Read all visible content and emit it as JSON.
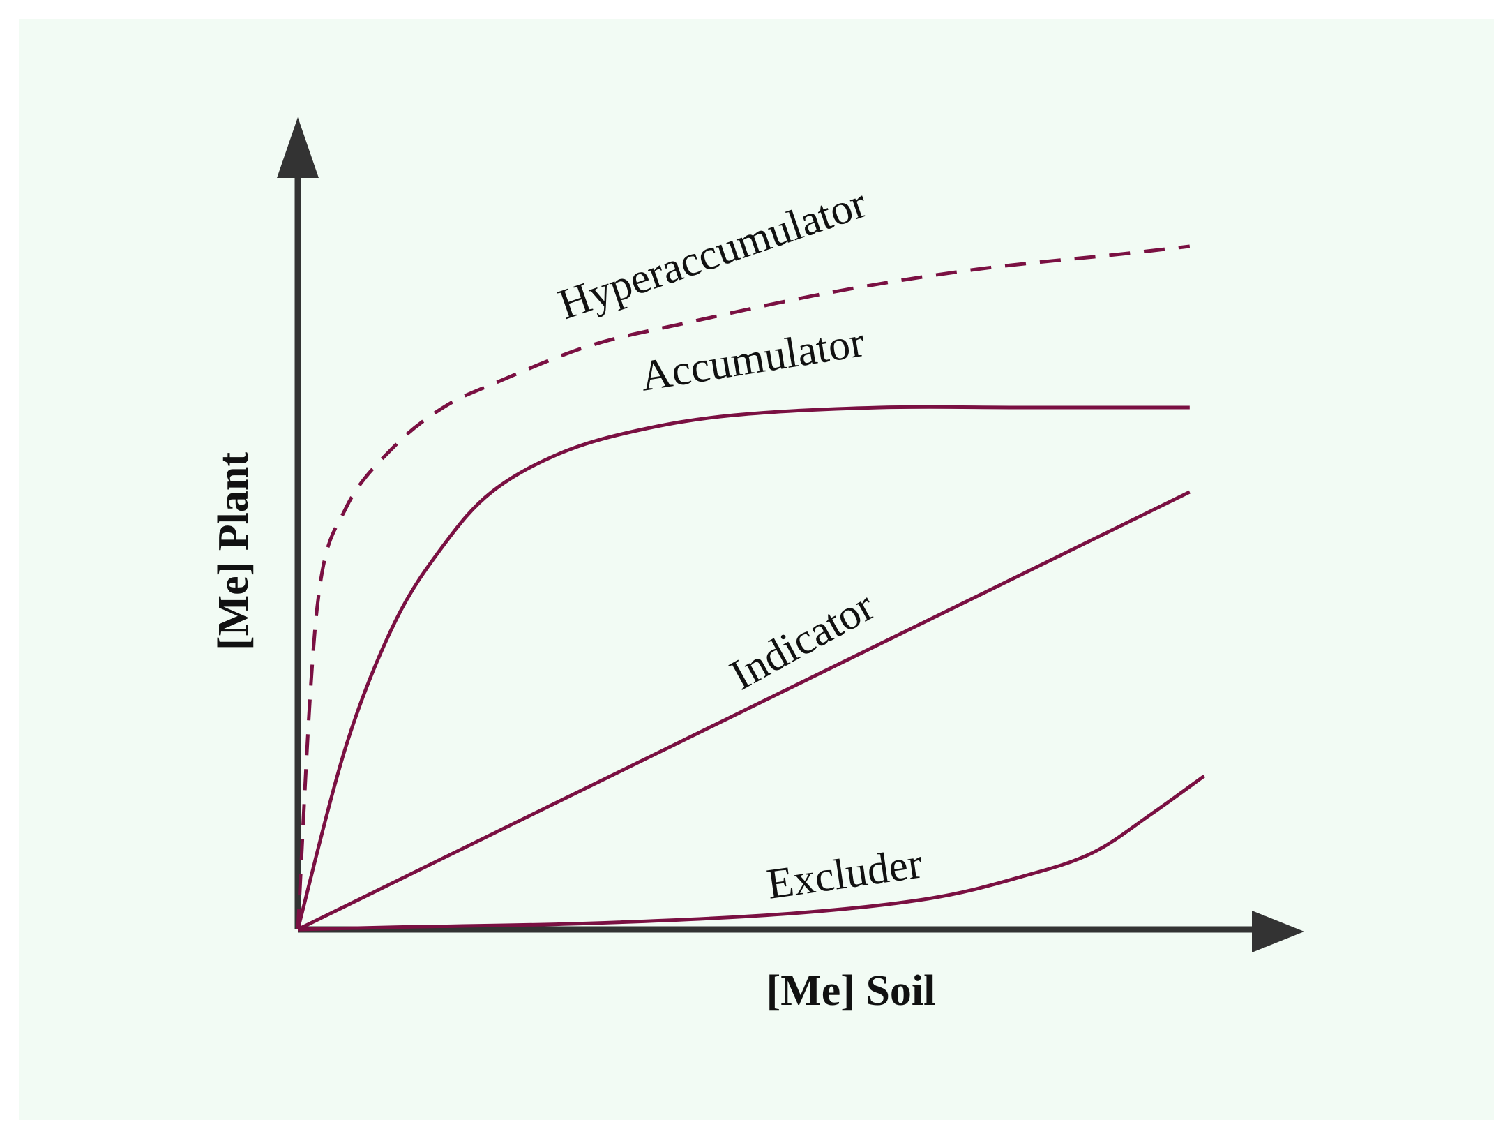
{
  "chart_data": {
    "type": "line",
    "xlabel": "[Me] Soil",
    "ylabel": "[Me] Plant",
    "xlim": [
      0,
      1
    ],
    "ylim": [
      0,
      1
    ],
    "grid": false,
    "legend": "none",
    "colors": {
      "curve": "#7a1042",
      "axis": "#333333",
      "background": "#f2fbf4"
    },
    "series": [
      {
        "name": "Hyperaccumulator",
        "style": "dashed",
        "x": [
          0,
          0.02,
          0.05,
          0.1,
          0.15,
          0.2,
          0.3,
          0.4,
          0.55,
          0.7,
          0.85,
          0.92
        ],
        "y": [
          0,
          0.42,
          0.55,
          0.63,
          0.68,
          0.71,
          0.76,
          0.79,
          0.83,
          0.86,
          0.88,
          0.89
        ]
      },
      {
        "name": "Accumulator",
        "style": "solid",
        "x": [
          0,
          0.05,
          0.1,
          0.15,
          0.2,
          0.27,
          0.35,
          0.45,
          0.6,
          0.75,
          0.92
        ],
        "y": [
          0,
          0.24,
          0.4,
          0.5,
          0.57,
          0.62,
          0.65,
          0.67,
          0.68,
          0.68,
          0.68
        ]
      },
      {
        "name": "Indicator",
        "style": "solid",
        "x": [
          0,
          0.92
        ],
        "y": [
          0,
          0.57
        ]
      },
      {
        "name": "Excluder",
        "style": "solid",
        "x": [
          0,
          0.1,
          0.3,
          0.5,
          0.65,
          0.75,
          0.82,
          0.88,
          0.935
        ],
        "y": [
          0,
          0.003,
          0.008,
          0.02,
          0.04,
          0.07,
          0.1,
          0.15,
          0.2
        ]
      }
    ]
  }
}
